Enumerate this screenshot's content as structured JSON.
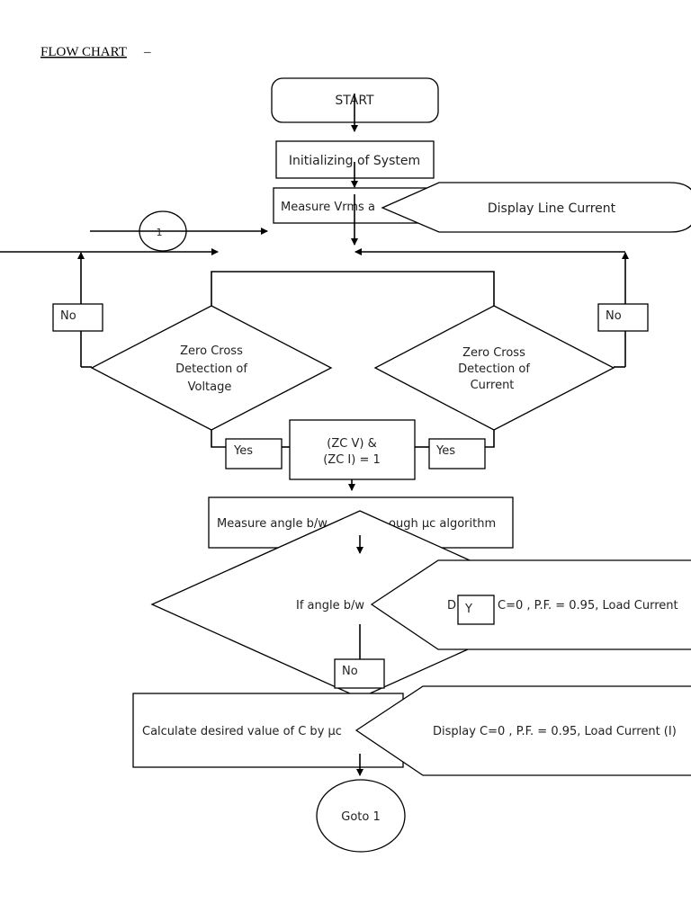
{
  "title": "FLOW CHART",
  "title_suffix": "–",
  "nodes": {
    "start": "START",
    "init": "Initializing of System",
    "measure_vrms": "Measure Vrms a",
    "display_line_current": "Display Line Current",
    "connector_1": "1",
    "zc_voltage": [
      "Zero Cross",
      "Detection of",
      "Voltage"
    ],
    "zc_current": [
      "Zero Cross",
      "Detection of",
      "Current"
    ],
    "and_box": [
      "(ZC V) &",
      "(ZC I) = 1"
    ],
    "measure_angle_left": "Measure angle b/w",
    "measure_angle_right": "ough µc algorithm",
    "if_angle": "If angle b/w",
    "display_1_prefix": "D",
    "display_1": "C=0 , P.F. = 0.95, Load Current",
    "calculate": "Calculate desired value of C by µc",
    "display_2": "Display C=0 , P.F. = 0.95, Load Current (I)",
    "goto": "Goto 1"
  },
  "labels": {
    "no_left": "No",
    "no_right": "No",
    "yes_left": "Yes",
    "yes_right": "Yes",
    "y": "Y",
    "no_bottom": "No"
  }
}
